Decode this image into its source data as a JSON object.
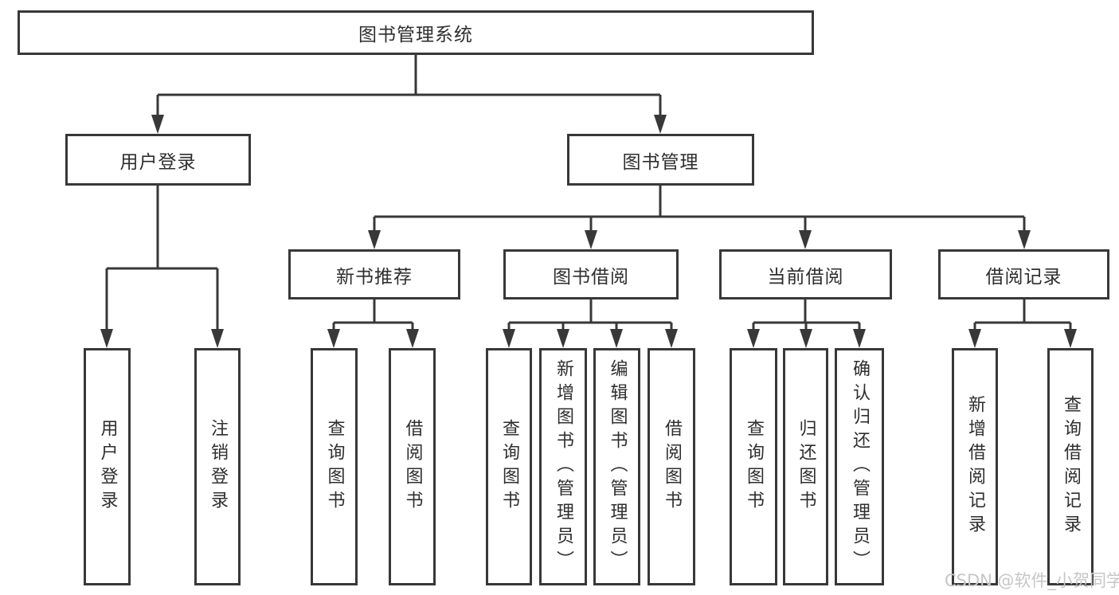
{
  "diagram": {
    "root": {
      "label": "图书管理系统"
    },
    "branches": [
      {
        "label": "用户登录",
        "children": [
          {
            "label": "用户登录"
          },
          {
            "label": "注销登录"
          }
        ]
      },
      {
        "label": "图书管理",
        "children": [
          {
            "label": "新书推荐",
            "children": [
              {
                "label": "查询图书"
              },
              {
                "label": "借阅图书"
              }
            ]
          },
          {
            "label": "图书借阅",
            "children": [
              {
                "label": "查询图书"
              },
              {
                "label": "新增图书（管理员）"
              },
              {
                "label": "编辑图书（管理员）"
              },
              {
                "label": "借阅图书"
              }
            ]
          },
          {
            "label": "当前借阅",
            "children": [
              {
                "label": "查询图书"
              },
              {
                "label": "归还图书"
              },
              {
                "label": "确认归还（管理员）"
              }
            ]
          },
          {
            "label": "借阅记录",
            "children": [
              {
                "label": "新增借阅记录"
              },
              {
                "label": "查询借阅记录"
              }
            ]
          }
        ]
      }
    ]
  },
  "watermark": {
    "text": "CSDN @软件_小贺同学"
  },
  "colors": {
    "line": "#383838",
    "text": "#2e2e2e",
    "watermark_text": "#c6c6c6",
    "background": "#ffffff"
  }
}
